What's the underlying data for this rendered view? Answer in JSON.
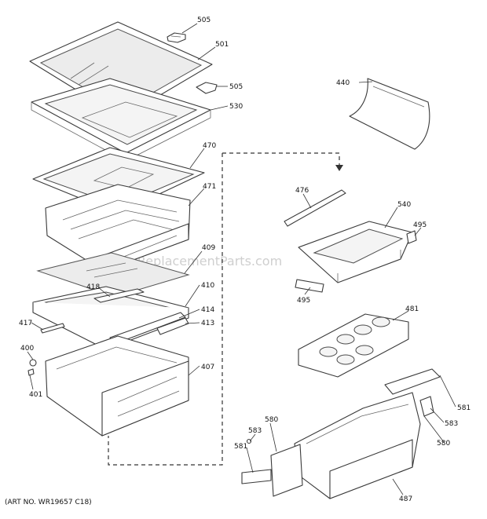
{
  "art_number": "(ART NO. WR19657 C18)",
  "watermark": "eReplacementParts.com",
  "callouts": {
    "c505a": "505",
    "c501": "501",
    "c505b": "505",
    "c530": "530",
    "c440": "440",
    "c470": "470",
    "c471": "471",
    "c476": "476",
    "c540": "540",
    "c495a": "495",
    "c409": "409",
    "c495b": "495",
    "c418": "418",
    "c410": "410",
    "c414": "414",
    "c417": "417",
    "c413": "413",
    "c400": "400",
    "c407": "407",
    "c401": "401",
    "c481": "481",
    "c581a": "581",
    "c583a": "583",
    "c580a": "580",
    "c583b": "583",
    "c580b": "580",
    "c581b": "581",
    "c487": "487"
  }
}
